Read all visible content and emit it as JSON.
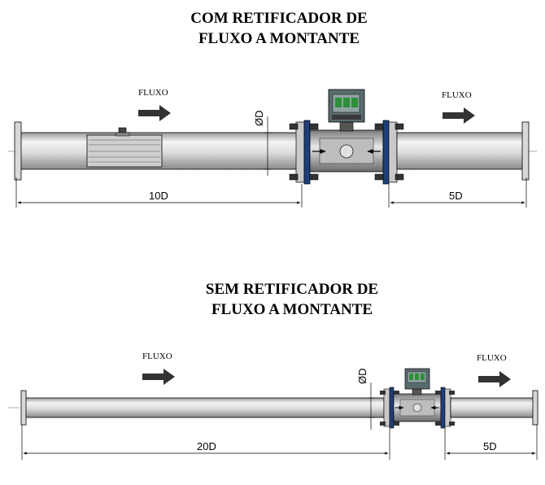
{
  "diagrams": [
    {
      "title_line1": "COM RETIFICADOR DE",
      "title_line2": "FLUXO A MONTANTE",
      "flow_left": "FLUXO",
      "flow_right": "FLUXO",
      "diameter": "ØD",
      "upstream_length": "10D",
      "downstream_length": "5D"
    },
    {
      "title_line1": "SEM RETIFICADOR DE",
      "title_line2": "FLUXO A MONTANTE",
      "flow_left": "FLUXO",
      "flow_right": "FLUXO",
      "diameter": "ØD",
      "upstream_length": "20D",
      "downstream_length": "5D"
    }
  ],
  "colors": {
    "pipe_fill": "#e6e6e6",
    "pipe_shade": "#b8b8b8",
    "flange_blue": "#1f3f7a",
    "meter_green": "#2f8f3a",
    "ink": "#000000"
  }
}
